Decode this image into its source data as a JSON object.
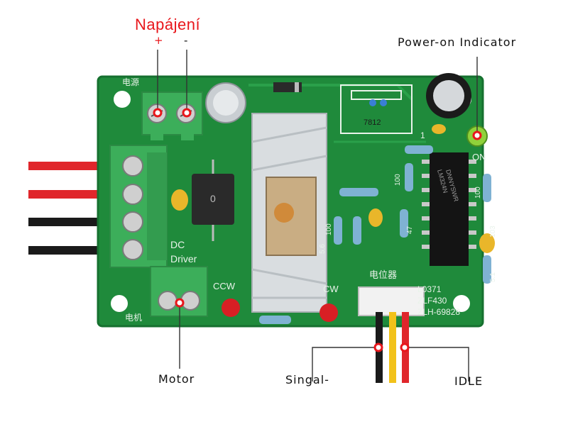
{
  "colors": {
    "pcb_green": "#1f8a3b",
    "pcb_green_dark": "#16702f",
    "terminal_green": "#3cae5a",
    "label_red": "#e8161b",
    "text_black": "#111111",
    "wire_red": "#e0262b",
    "wire_black": "#1a1a1a",
    "wire_yellow": "#f2c21a"
  },
  "callouts": {
    "power_title": "Napájení",
    "plus": "+",
    "minus": "-",
    "power_on_indicator": "Power-on Indicator",
    "motor": "Motor",
    "signal": "Singal-",
    "idle": "IDLE"
  },
  "silkscreen": {
    "power_cn": "电源",
    "motor_cn": "电机",
    "pot_cn": "电位器",
    "dc": "DC",
    "driver": "Driver",
    "ccw": "CCW",
    "cw": "CW",
    "on": "ON",
    "reg_7812": "7812",
    "one": "1",
    "model_1": "L0371",
    "model_2": "ZLF430",
    "model_3": "ZLH-69828",
    "chip_1": "DNNYSWR",
    "chip_2": "LM324N",
    "r100_a": "100",
    "r100_b": "100",
    "r100_c": "100",
    "r47": "47",
    "r56": "5.6",
    "r103": "103",
    "r51": "5.1",
    "diode_0": "0"
  },
  "icons": [
    "terminal-screw-icon",
    "led-icon",
    "capacitor-icon",
    "heatsink-icon",
    "ic-chip-icon",
    "connector-icon"
  ]
}
